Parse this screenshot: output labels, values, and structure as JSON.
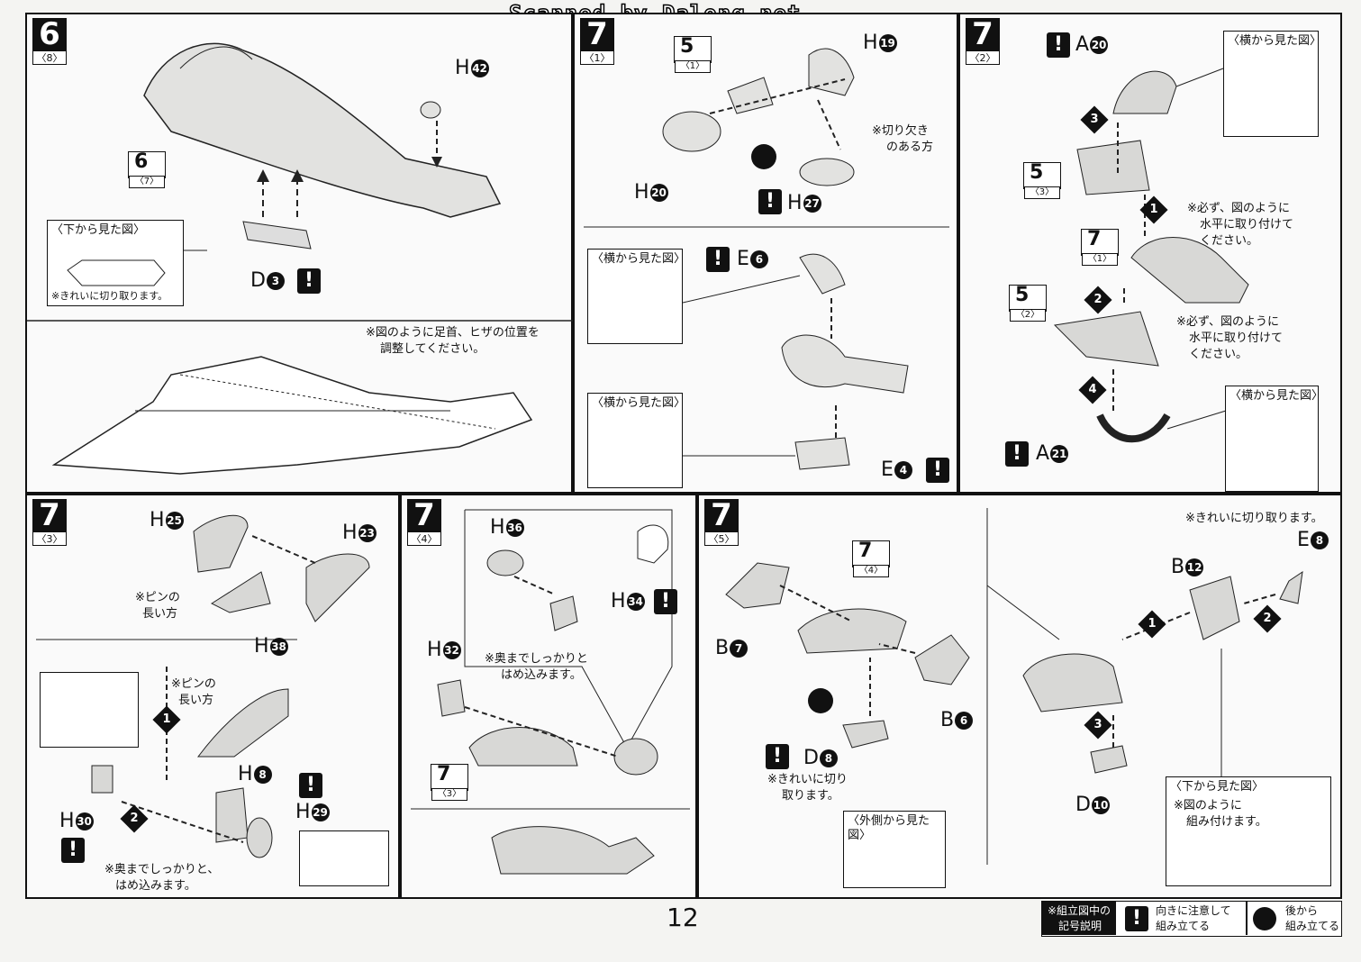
{
  "header": {
    "scan_credit": "Scanned by Dalong.net"
  },
  "page_number": "12",
  "panels": {
    "p6": {
      "step": "6",
      "sub": "〈8〉",
      "labels": {
        "h42": "H",
        "h42n": "42",
        "d3": "D",
        "d3n": "3",
        "part6": "6",
        "part6sub": "〈7〉"
      },
      "bottom_view_caption": "〈下から見た図〉",
      "cut_note": "※きれいに切り取ります。",
      "adjust_note_1": "※図のように足首、ヒザの位置を",
      "adjust_note_2": "調整してください。"
    },
    "p7_1": {
      "step": "7",
      "sub": "〈1〉",
      "labels": {
        "part5": "5",
        "part5sub": "〈1〉",
        "h19": "H",
        "h19n": "19",
        "h20": "H",
        "h20n": "20",
        "h27": "H",
        "h27n": "27",
        "e6": "E",
        "e6n": "6",
        "e4": "E",
        "e4n": "4"
      },
      "notch_note_1": "※切り欠き",
      "notch_note_2": "のある方",
      "side_view_1": "〈横から見た図〉",
      "side_view_2": "〈横から見た図〉"
    },
    "p7_2": {
      "step": "7",
      "sub": "〈2〉",
      "labels": {
        "a20": "A",
        "a20n": "20",
        "a21": "A",
        "a21n": "21",
        "part5a": "5",
        "part5asub": "〈3〉",
        "part7": "7",
        "part7sub": "〈1〉",
        "part5b": "5",
        "part5bsub": "〈2〉"
      },
      "seq": [
        "3",
        "1",
        "2",
        "4"
      ],
      "level_note_1": "※必ず、図のように",
      "level_note_2": "水平に取り付けて",
      "level_note_3": "ください。",
      "side_view_top": "〈横から見た図〉",
      "side_view_bottom": "〈横から見た図〉"
    },
    "p7_3": {
      "step": "7",
      "sub": "〈3〉",
      "labels": {
        "h25": "H",
        "h25n": "25",
        "h23": "H",
        "h23n": "23",
        "h38": "H",
        "h38n": "38",
        "h8": "H",
        "h8n": "8",
        "h29": "H",
        "h29n": "29",
        "h30": "H",
        "h30n": "30"
      },
      "pin_note_1": "※ピンの",
      "pin_note_2": "長い方",
      "seq": [
        "1",
        "2"
      ],
      "press_note_1": "※奥までしっかりと、",
      "press_note_2": "はめ込みます。"
    },
    "p7_4": {
      "step": "7",
      "sub": "〈4〉",
      "labels": {
        "h36": "H",
        "h36n": "36",
        "h34": "H",
        "h34n": "34",
        "h32": "H",
        "h32n": "32",
        "part7": "7",
        "part7sub": "〈3〉"
      },
      "press_note_1": "※奥までしっかりと",
      "press_note_2": "はめ込みます。"
    },
    "p7_5": {
      "step": "7",
      "sub": "〈5〉",
      "labels": {
        "part7": "7",
        "part7sub": "〈4〉",
        "b7": "B",
        "b7n": "7",
        "b6": "B",
        "b6n": "6",
        "d8": "D",
        "d8n": "8",
        "b12": "B",
        "b12n": "12",
        "e8": "E",
        "e8n": "8",
        "d10": "D",
        "d10n": "10"
      },
      "cut_note_top": "※きれいに切り取ります。",
      "cut_note_1": "※きれいに切り",
      "cut_note_2": "取ります。",
      "outer_view": "〈外側から見た図〉",
      "bottom_view": "〈下から見た図〉",
      "assemble_note_1": "※図のように",
      "assemble_note_2": "組み付けます。",
      "seq": [
        "1",
        "2",
        "3"
      ]
    }
  },
  "legend": {
    "title_1": "※組立図中の",
    "title_2": "記号説明",
    "orient_1": "向きに注意して",
    "orient_2": "組み立てる",
    "later_1": "後から",
    "later_2": "組み立てる"
  }
}
